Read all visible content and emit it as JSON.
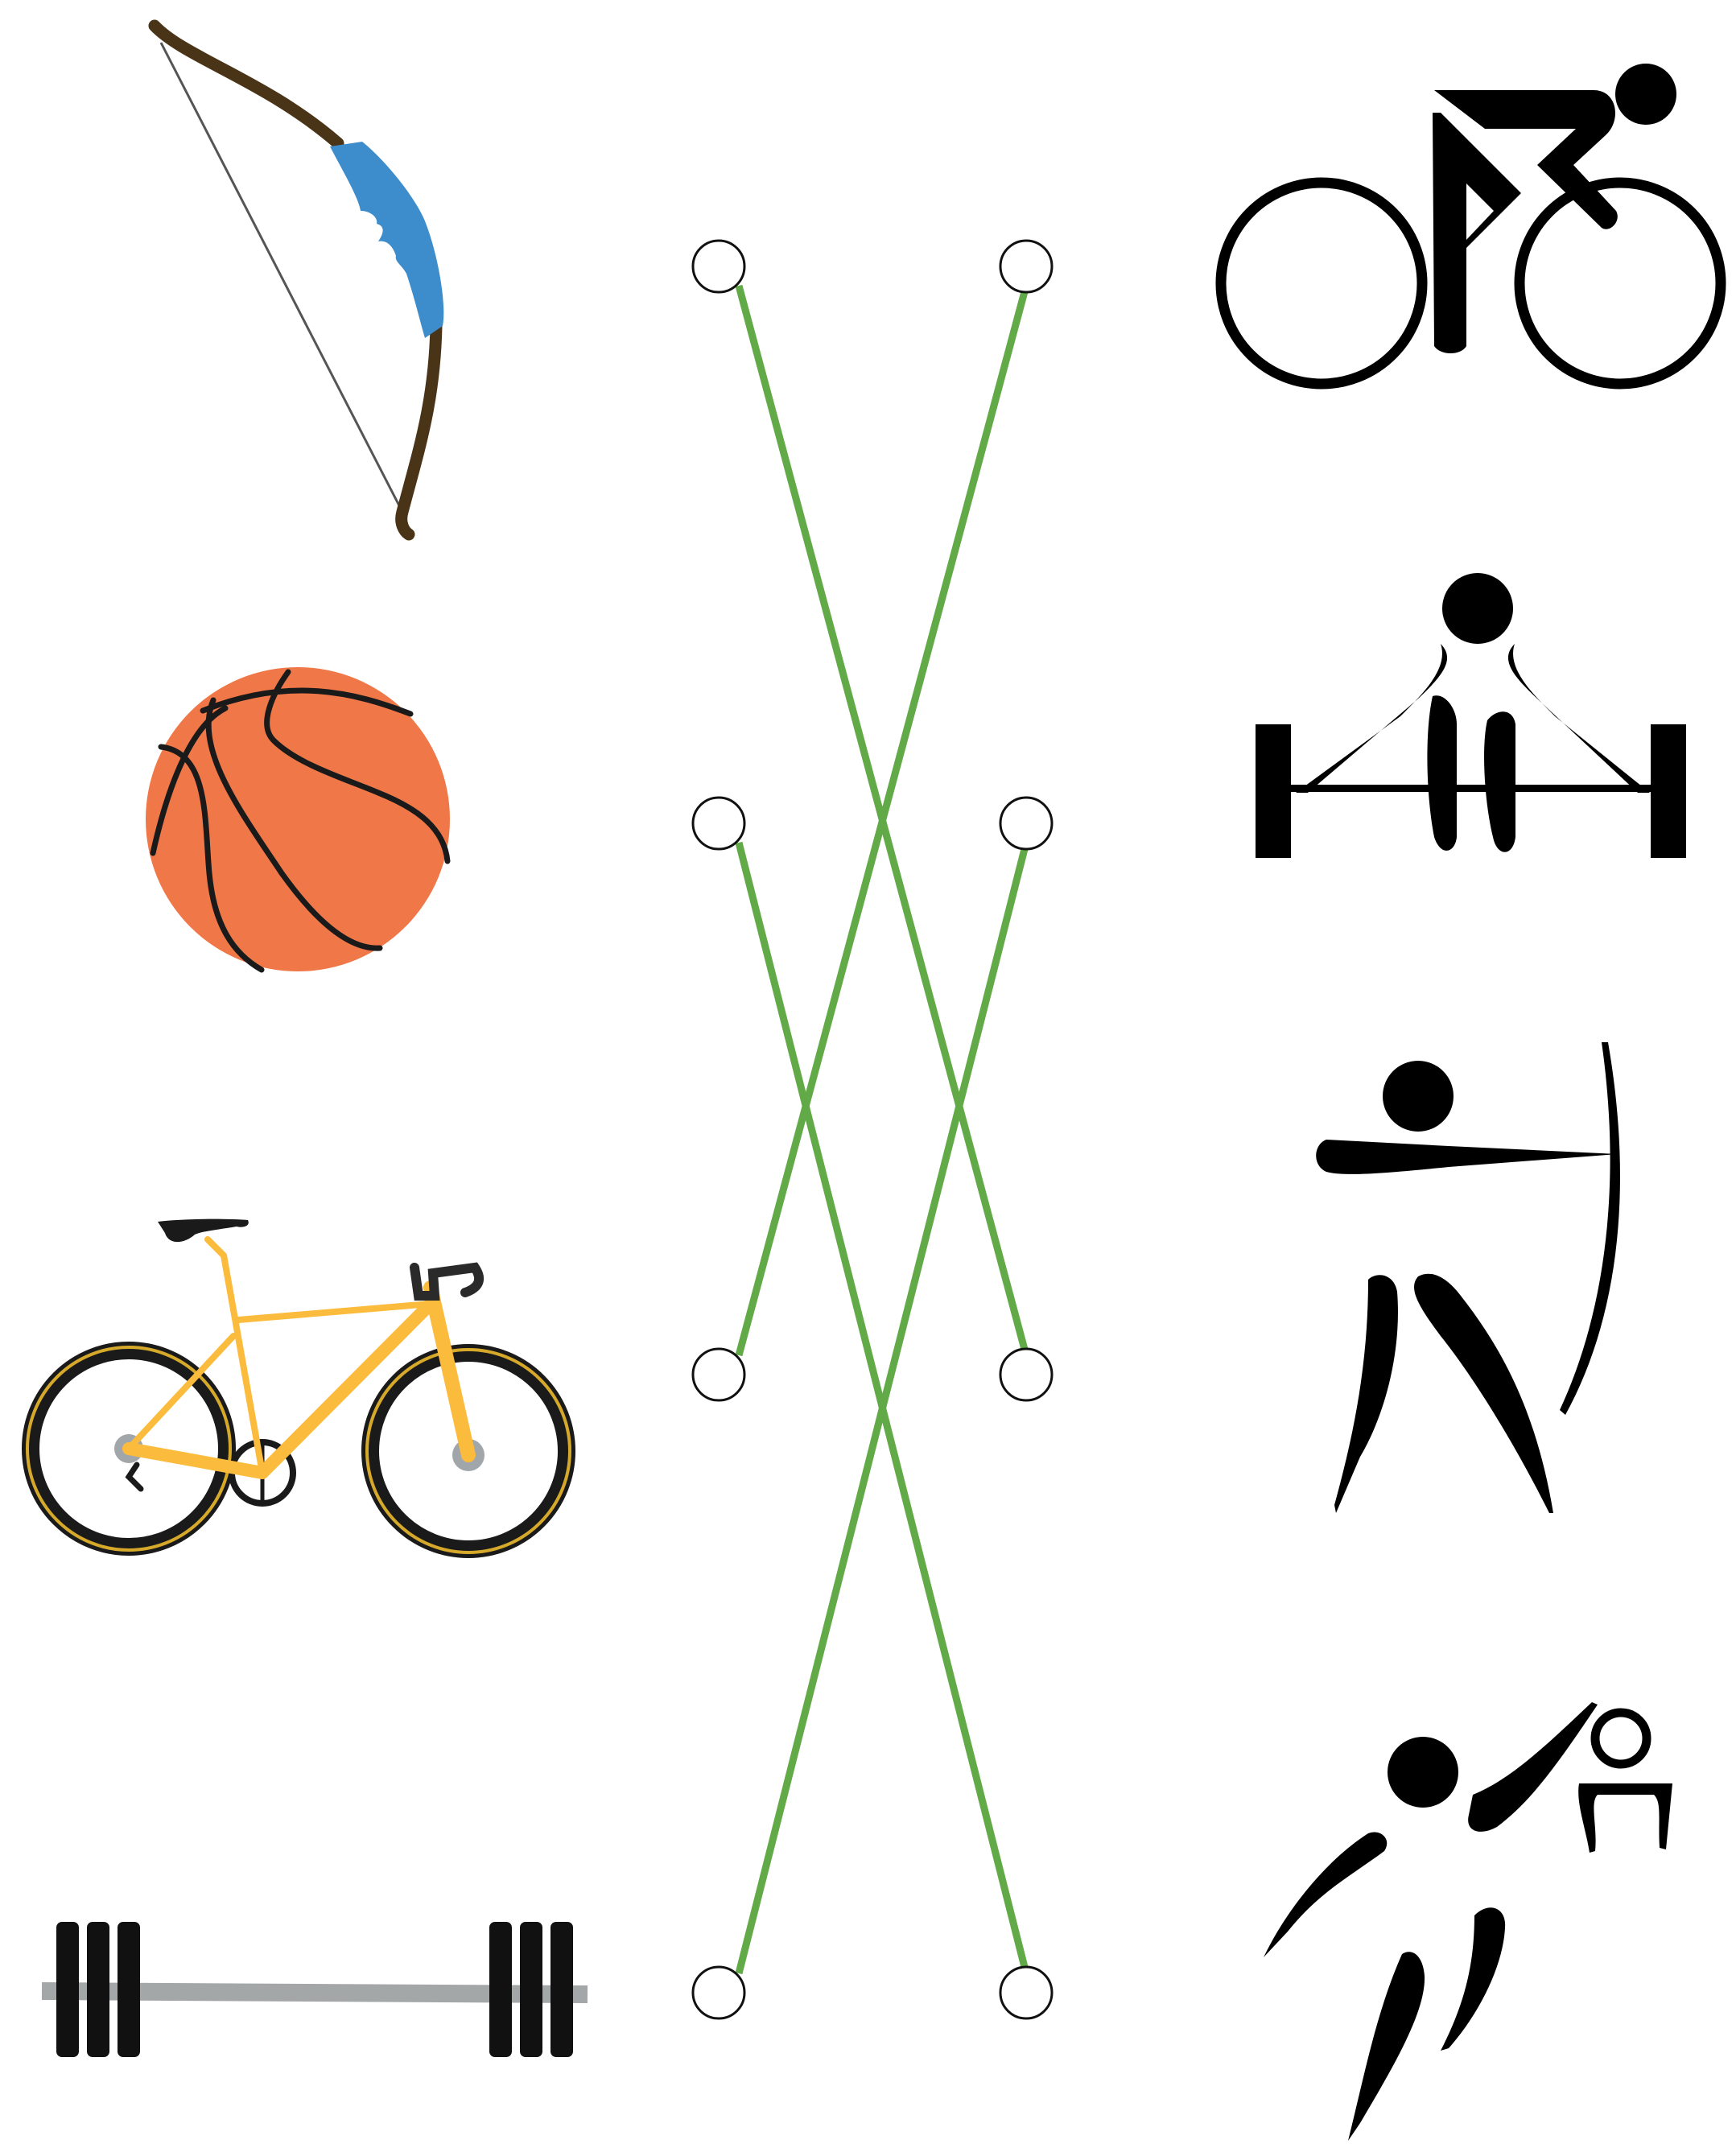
{
  "title": "",
  "colors": {
    "line": "#62a947",
    "dot_stroke": "#111111",
    "dot_fill": "#ffffff",
    "bow_wood": "#4a3418",
    "bow_grip": "#3d8dcc",
    "ball": "#f07747",
    "bike_frame": "#fbbb3c",
    "tyre_rim": "#d6a92a",
    "bar_gray": "#a4a7a8",
    "pictogram": "#000000"
  },
  "left_items": [
    {
      "id": "L1",
      "icon": "bow-icon"
    },
    {
      "id": "L2",
      "icon": "basketball-icon"
    },
    {
      "id": "L3",
      "icon": "bicycle-icon"
    },
    {
      "id": "L4",
      "icon": "barbell-icon"
    }
  ],
  "right_items": [
    {
      "id": "R1",
      "icon": "cycling-pictogram-icon"
    },
    {
      "id": "R2",
      "icon": "weightlifting-pictogram-icon"
    },
    {
      "id": "R3",
      "icon": "archery-pictogram-icon"
    },
    {
      "id": "R4",
      "icon": "basketball-pictogram-icon"
    }
  ],
  "connections": [
    {
      "from": "L1",
      "to": "R3"
    },
    {
      "from": "L2",
      "to": "R4"
    },
    {
      "from": "L3",
      "to": "R1"
    },
    {
      "from": "L4",
      "to": "R2"
    }
  ]
}
